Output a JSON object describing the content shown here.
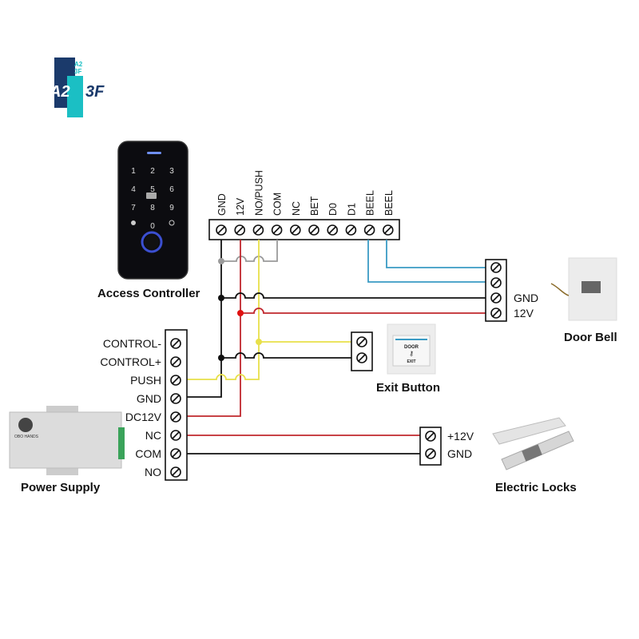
{
  "logo": {
    "main": "A2",
    "sub_top": "A2",
    "sub_bottom": "3F",
    "suffix": "3F",
    "colors": {
      "navy": "#1b3a6b",
      "teal": "#1bbfc4"
    }
  },
  "devices": {
    "access_controller": {
      "label": "Access Controller",
      "keypad": [
        "1",
        "2",
        "3",
        "4",
        "5",
        "6",
        "7",
        "8",
        "9",
        "",
        "0",
        ""
      ]
    },
    "power_supply": {
      "label": "Power Supply",
      "brand": "OBO HANDS"
    },
    "door_bell": {
      "label": "Door Bell"
    },
    "exit_button": {
      "label": "Exit Button",
      "face_top": "DOOR",
      "face_bottom": "EXIT"
    },
    "electric_locks": {
      "label": "Electric Locks"
    }
  },
  "controller_terminals": [
    "GND",
    "12V",
    "NO/PUSH",
    "COM",
    "NC",
    "BET",
    "D0",
    "D1",
    "BEEL",
    "BEEL"
  ],
  "power_terminals": [
    "CONTROL-",
    "CONTROL+",
    "PUSH",
    "GND",
    "DC12V",
    "NC",
    "COM",
    "NO"
  ],
  "doorbell_terminals": [
    "",
    "",
    "GND",
    "12V"
  ],
  "lock_terminals": [
    "+12V",
    "GND"
  ],
  "wire_colors": {
    "black": "#111111",
    "red": "#c0272d",
    "yellow": "#e8e04a",
    "gray": "#9a9a9a",
    "blue": "#3a9bc4",
    "junction_red": "#e01010"
  }
}
